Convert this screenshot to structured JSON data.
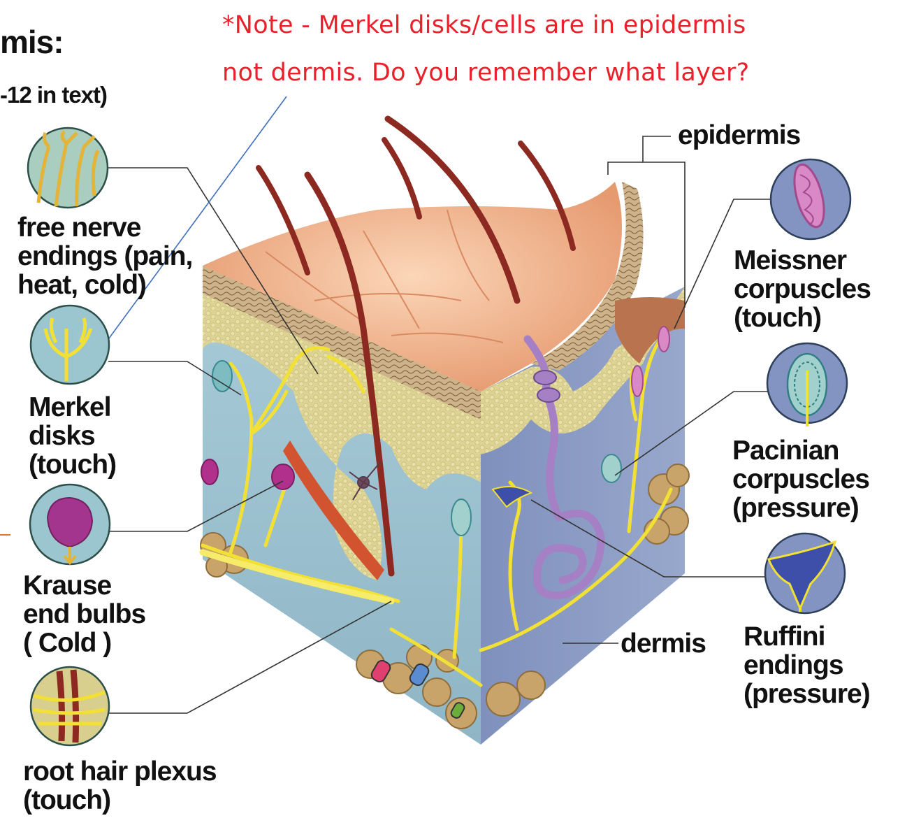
{
  "heading": {
    "title_fragment": "mis:",
    "subtitle_fragment": "-12 in text)"
  },
  "note": {
    "lines": [
      "*Note - Merkel disks/cells are in epidermis",
      "not dermis. Do you remember what layer?"
    ],
    "color": "#e8212a"
  },
  "left_labels": {
    "free_nerve_endings": [
      "free nerve",
      "endings (pain,",
      "heat, cold)"
    ],
    "merkel_disks": [
      "Merkel",
      "disks",
      "(touch)"
    ],
    "krause_end_bulbs": [
      "Krause",
      "end bulbs",
      "( Cold  )"
    ],
    "root_hair_plexus": [
      "root hair plexus",
      "(touch)"
    ]
  },
  "right_labels": {
    "epidermis": "epidermis",
    "meissner": [
      "Meissner",
      "corpuscles",
      "(touch)"
    ],
    "pacinian": [
      "Pacinian",
      "corpuscles",
      "(pressure)"
    ],
    "ruffini": [
      "Ruffini",
      "endings",
      "(pressure)"
    ],
    "dermis": "dermis"
  },
  "colors": {
    "epidermis_surface": "#f0b08a",
    "dermis_tan": "#d8cf8e",
    "dermis_blue": "#9cc0cf",
    "side_blue": "#8b9cc6",
    "nerve_yellow": "#f2e034",
    "hair_red": "#8c2a22",
    "fat": "#c9a46a"
  }
}
